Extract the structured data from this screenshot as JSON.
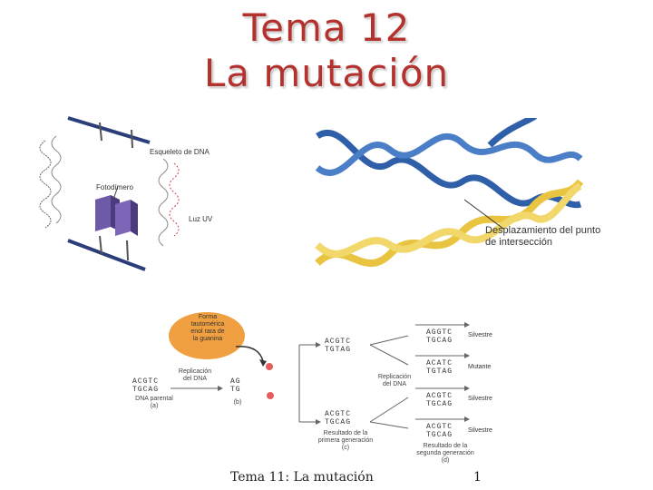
{
  "slide": {
    "title_line1": "Tema 12",
    "title_line2": "La mutación",
    "footer": "Tema 11: La mutación",
    "page_number": "1"
  },
  "figure_dimer": {
    "backbone_label": "Esqueleto de DNA",
    "dimer_label": "Fotodímero",
    "uv_label": "Luz UV"
  },
  "figure_helix": {
    "label_line1": "Desplazamiento del punto",
    "label_line2": "de intersección"
  },
  "figure_replication": {
    "bubble_line1": "Forma",
    "bubble_line2": "tautomérica",
    "bubble_line3": "enol rara de",
    "bubble_line4": "la guanina",
    "replication_label_1": "Replicación",
    "replication_label_1b": "del DNA",
    "replication_label_2": "Replicación",
    "replication_label_2b": "del DNA",
    "parental_top": "ACGTC",
    "parental_bottom": "TGCAG",
    "parental_label": "DNA parental",
    "parental_tag": "(a)",
    "b_top": "AG",
    "b_bottom": "TG",
    "b_tag": "(b)",
    "first_gen_1_top": "ACGTC",
    "first_gen_1_bottom": "TGTAG",
    "first_gen_2_top": "ACGTC",
    "first_gen_2_bottom": "TGCAG",
    "first_gen_label_1": "Resultado de la",
    "first_gen_label_2": "primera generación",
    "first_gen_tag": "(c)",
    "second_gen_1_top": "AGGTC",
    "second_gen_1_bottom": "TGCAG",
    "second_gen_1_label": "Silvestre",
    "second_gen_2_top": "ACATC",
    "second_gen_2_bottom": "TGTAG",
    "second_gen_2_label": "Mutante",
    "second_gen_3_top": "ACGTC",
    "second_gen_3_bottom": "TGCAG",
    "second_gen_3_label": "Silvestre",
    "second_gen_4_top": "ACGTC",
    "second_gen_4_bottom": "TGCAG",
    "second_gen_4_label": "Silvestre",
    "second_gen_label_1": "Resultado de la",
    "second_gen_label_2": "segunda generación",
    "second_gen_tag": "(d)"
  }
}
